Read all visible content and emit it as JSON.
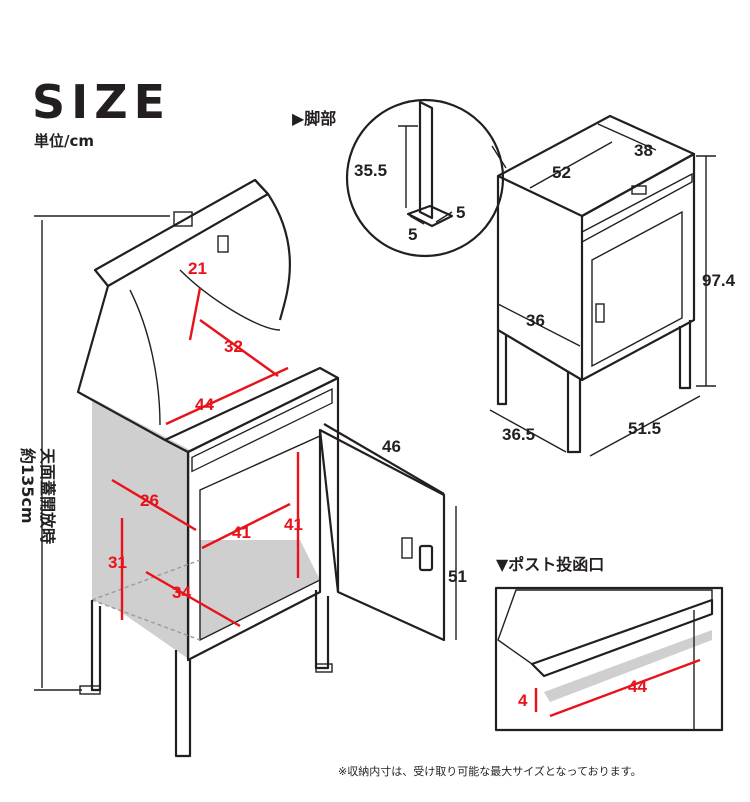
{
  "header": {
    "title": "SIZE",
    "unit": "単位/cm"
  },
  "leg_detail": {
    "label": "▶脚部",
    "height": "35.5",
    "width_a": "5",
    "width_b": "5"
  },
  "main_view": {
    "lid_depth": "21",
    "opening_width_inner": "32",
    "opening_width": "44",
    "door_width": "46",
    "door_height": "51",
    "open_height_label": "天面蓋開放時",
    "open_height_value": "約135cm",
    "inner_depth": "26",
    "inner_height": "31",
    "inner_width": "34",
    "door_inner_width": "41",
    "door_inner_height": "41"
  },
  "small_view": {
    "top_width": "52",
    "top_depth": "38",
    "height": "97.4",
    "side_depth": "36",
    "base_depth": "36.5",
    "base_width": "51.5"
  },
  "slot_detail": {
    "label": "▼ポスト投函口",
    "slot_height": "4",
    "slot_width": "44"
  },
  "footnote": "※収納内寸は、受け取り可能な最大サイズとなっております。"
}
